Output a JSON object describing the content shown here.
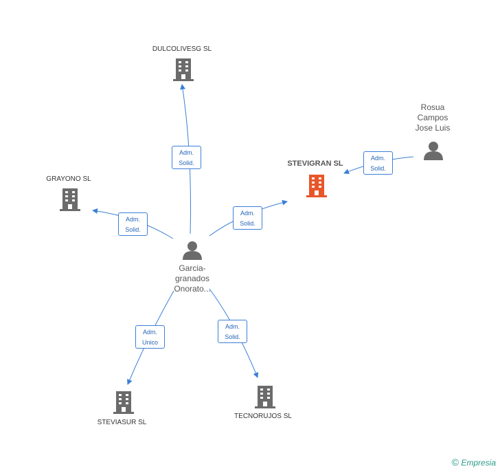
{
  "nodes": {
    "dulcolivesg": {
      "label": "DULCOLIVESG SL"
    },
    "stevigran": {
      "label": "STEVIGRAN SL",
      "color": "#e8562a"
    },
    "grayono": {
      "label": "GRAYONO SL"
    },
    "steviasur": {
      "label": "STEVIASUR SL"
    },
    "tecnorujos": {
      "label": "TECNORUJOS SL"
    },
    "rosua": {
      "line1": "Rosua",
      "line2": "Campos",
      "line3": "Jose Luis"
    },
    "garcia": {
      "line1": "Garcia-",
      "line2": "granados",
      "line3": "Onorato..."
    }
  },
  "relations": {
    "r_dulcolivesg": {
      "line1": "Adm.",
      "line2": "Solid."
    },
    "r_grayono": {
      "line1": "Adm.",
      "line2": "Solid."
    },
    "r_stevigran_garcia": {
      "line1": "Adm.",
      "line2": "Solid."
    },
    "r_stevigran_rosua": {
      "line1": "Adm.",
      "line2": "Solid."
    },
    "r_steviasur": {
      "line1": "Adm.",
      "line2": "Unico"
    },
    "r_tecnorujos": {
      "line1": "Adm.",
      "line2": "Solid."
    }
  },
  "colors": {
    "edge": "#3a7fd6",
    "company": "#6b6b6b",
    "person": "#6b6b6b",
    "main_company": "#e8562a"
  },
  "footer": {
    "copyright": "©",
    "brand": "Empresia"
  }
}
